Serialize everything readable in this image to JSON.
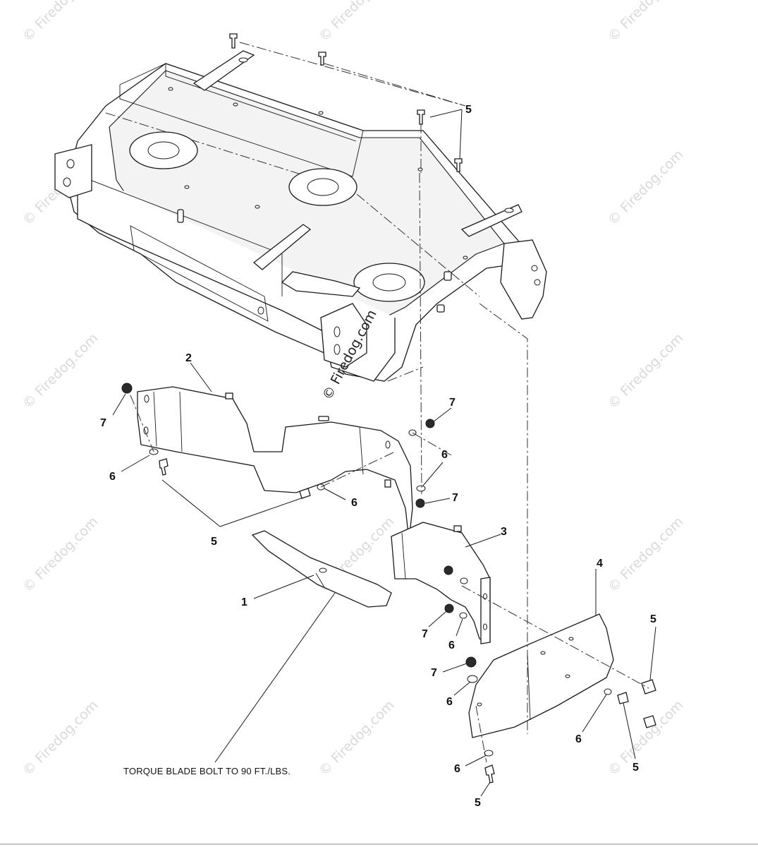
{
  "watermark": "© Firedog.com",
  "credit": "© Firedog.com",
  "note": "TORQUE BLADE BOLT TO 90 FT./LBS.",
  "callouts": {
    "c1": "1",
    "c2": "2",
    "c3": "3",
    "c4": "4",
    "c5_top": "5",
    "c5_left": "5",
    "c5_right_top": "5",
    "c5_right_bottom": "5",
    "c5_bottom": "5",
    "c6_left": "6",
    "c6_mid": "6",
    "c6_right": "6",
    "c6_lower_a": "6",
    "c6_lower_b": "6",
    "c6_lower_c": "6",
    "c6_bottom": "6",
    "c7_left": "7",
    "c7_top_right": "7",
    "c7_mid_right": "7",
    "c7_lower_a": "7",
    "c7_lower_b": "7"
  }
}
